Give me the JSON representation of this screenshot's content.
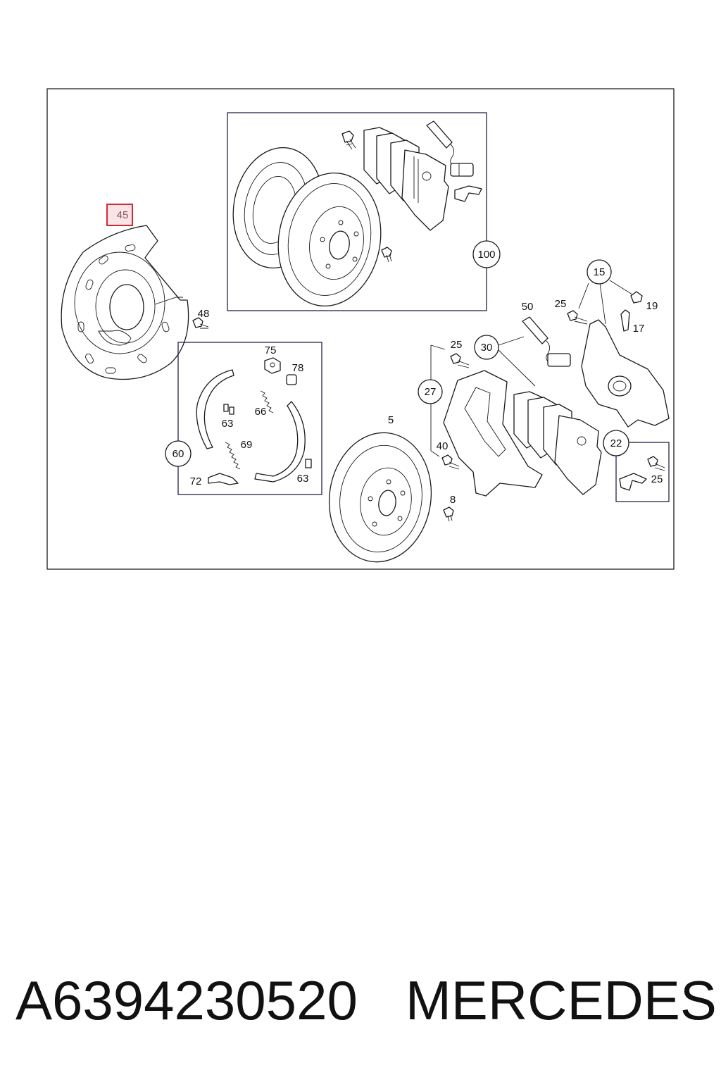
{
  "diagram": {
    "highlighted": "45",
    "callouts": {
      "c5": "5",
      "c8": "8",
      "c15": "15",
      "c17": "17",
      "c19": "19",
      "c22": "22",
      "c25a": "25",
      "c25b": "25",
      "c25c": "25",
      "c27": "27",
      "c30": "30",
      "c40": "40",
      "c45": "45",
      "c48": "48",
      "c50": "50",
      "c60": "60",
      "c63a": "63",
      "c63b": "63",
      "c66": "66",
      "c69": "69",
      "c72": "72",
      "c75": "75",
      "c78": "78",
      "c100": "100"
    }
  },
  "caption": {
    "part_number": "A6394230520",
    "brand": "MERCEDES"
  }
}
